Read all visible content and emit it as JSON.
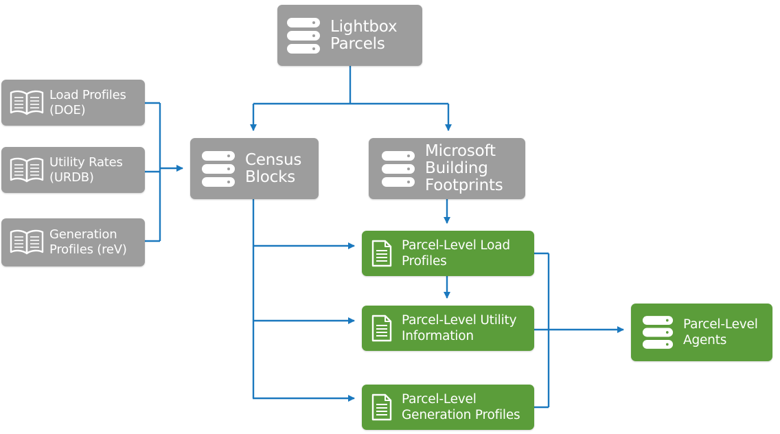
{
  "colors": {
    "gray_box": "#9d9d9d",
    "green_box": "#5b9d3a",
    "connector": "#1a78be",
    "text": "#ffffff"
  },
  "nodes": {
    "lightbox": {
      "label": "Lightbox\nParcels",
      "icon": "database-icon"
    },
    "load_profiles": {
      "label": "Load Profiles\n(DOE)",
      "icon": "open-book-icon"
    },
    "utility_rates": {
      "label": "Utility Rates\n(URDB)",
      "icon": "open-book-icon"
    },
    "generation_profiles": {
      "label": "Generation\nProfiles (reV)",
      "icon": "open-book-icon"
    },
    "census_blocks": {
      "label": "Census\nBlocks",
      "icon": "database-icon"
    },
    "microsoft_footprints": {
      "label": "Microsoft\nBuilding\nFootprints",
      "icon": "database-icon"
    },
    "parcel_load": {
      "label": "Parcel-Level Load\nProfiles",
      "icon": "document-icon"
    },
    "parcel_utility": {
      "label": "Parcel-Level Utility\nInformation",
      "icon": "document-icon"
    },
    "parcel_generation": {
      "label": "Parcel-Level\nGeneration Profiles",
      "icon": "document-icon"
    },
    "parcel_agents": {
      "label": "Parcel-Level\nAgents",
      "icon": "database-icon"
    }
  }
}
